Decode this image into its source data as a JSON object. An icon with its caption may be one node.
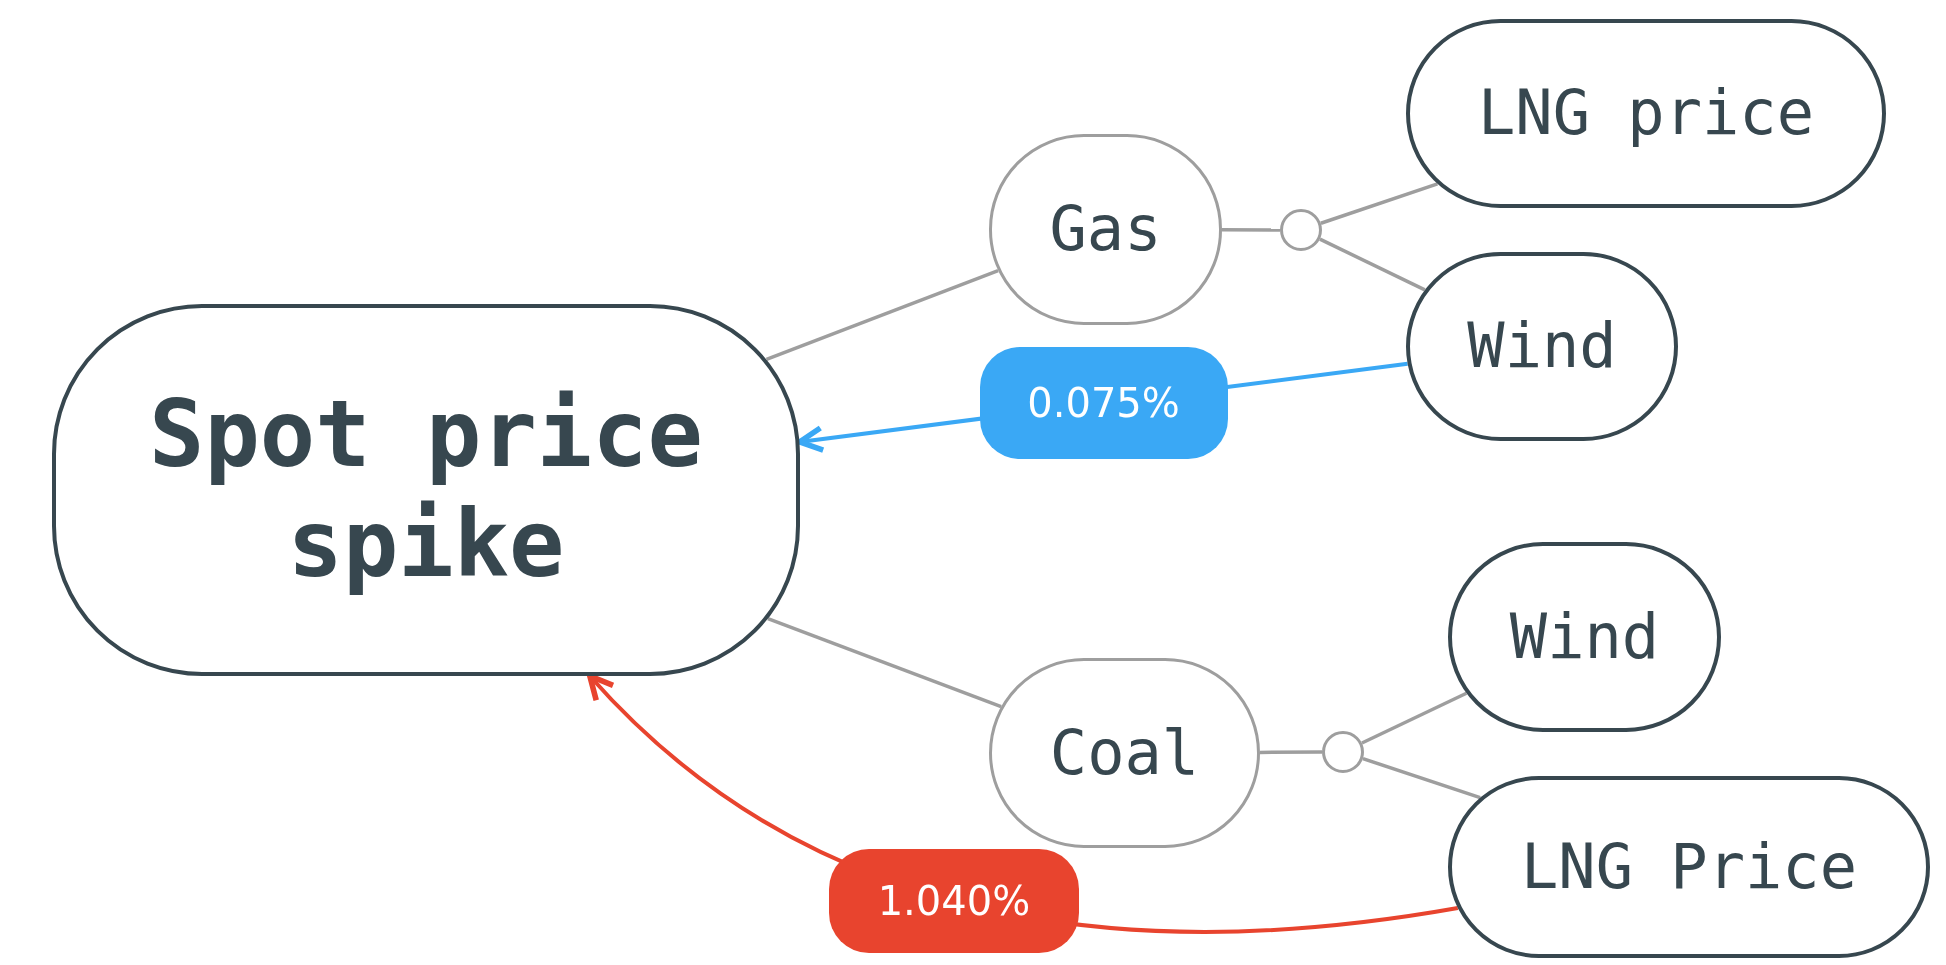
{
  "diagram": {
    "nodes": [
      {
        "text": [
          "Spot price spike"
        ]
      },
      {
        "text": [
          "Gas"
        ]
      },
      {
        "text": [],
        "shape": "circle"
      },
      {
        "text": [
          "LNG price"
        ]
      },
      {
        "text": [
          "Wind"
        ]
      },
      {
        "text": [
          "Coal"
        ]
      },
      {
        "text": [],
        "shape": "circle"
      },
      {
        "text": [
          "Wind"
        ]
      },
      {
        "text": [
          "LNG Price"
        ]
      }
    ],
    "edges": [
      {
        "from": 0,
        "to": 1,
        "arrow": "none"
      },
      {
        "from": 1,
        "to": 2,
        "arrow": "none"
      },
      {
        "from": 2,
        "to": 3,
        "arrow": "none"
      },
      {
        "from": 2,
        "to": 4,
        "arrow": "none"
      },
      {
        "from": 0,
        "to": 5,
        "arrow": "none"
      },
      {
        "from": 5,
        "to": 6,
        "arrow": "none"
      },
      {
        "from": 6,
        "to": 7,
        "arrow": "none"
      },
      {
        "from": 6,
        "to": 8,
        "arrow": "none"
      },
      {
        "from": 4,
        "to": 0,
        "arrow": "to",
        "label": "0.075%",
        "color": "#3aa8f5"
      },
      {
        "from": 8,
        "to": 0,
        "arrow": "to",
        "label": "1.040%",
        "color": "#e8442e"
      }
    ]
  }
}
